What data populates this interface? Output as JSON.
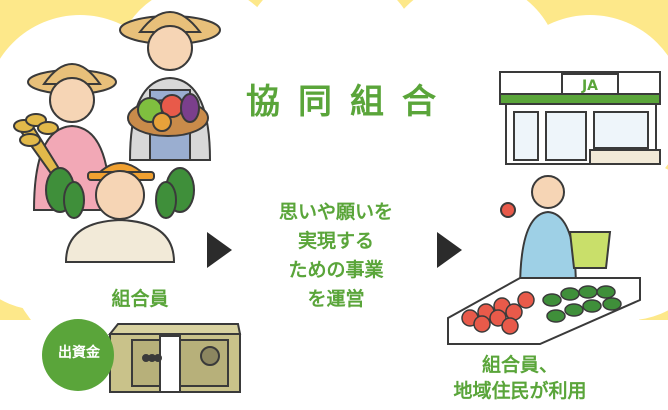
{
  "title": "協同組合",
  "members_label": "組合員",
  "capital_badge": "出資金",
  "business_lines": [
    "思いや願いを",
    "実現する",
    "ための事業",
    "を運営"
  ],
  "users_lines": [
    "組合員、",
    "地域住民が利用"
  ],
  "store_sign": "JA",
  "colors": {
    "background_yellow": "#fde88a",
    "cloud_white": "#ffffff",
    "accent_green": "#5aa53a",
    "arrow_dark": "#2b2b2b",
    "outline": "#3a3a3a"
  },
  "icons": [
    "farmer-woman-with-rice",
    "elderly-farmer-with-vegetables",
    "boy-with-spinach",
    "money-bundle",
    "ja-store",
    "woman-with-shopping-basket",
    "vegetable-display-stand"
  ]
}
